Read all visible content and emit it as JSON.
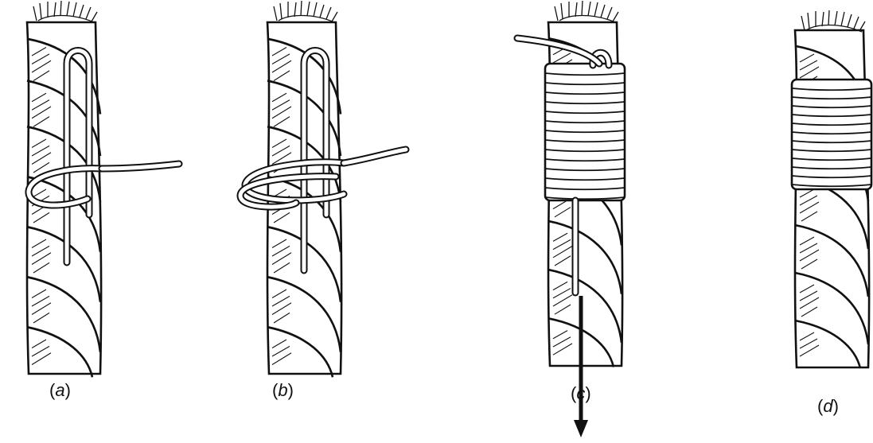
{
  "figure": {
    "panels": [
      {
        "id": "a",
        "caption_open": "(",
        "caption_letter": "a",
        "caption_close": ")"
      },
      {
        "id": "b",
        "caption_open": "(",
        "caption_letter": "b",
        "caption_close": ")"
      },
      {
        "id": "c",
        "caption_open": "(",
        "caption_letter": "c",
        "caption_close": ")"
      },
      {
        "id": "d",
        "caption_open": "(",
        "caption_letter": "d",
        "caption_close": ")"
      }
    ],
    "colors": {
      "ink": "#111111",
      "paper": "#ffffff"
    }
  }
}
